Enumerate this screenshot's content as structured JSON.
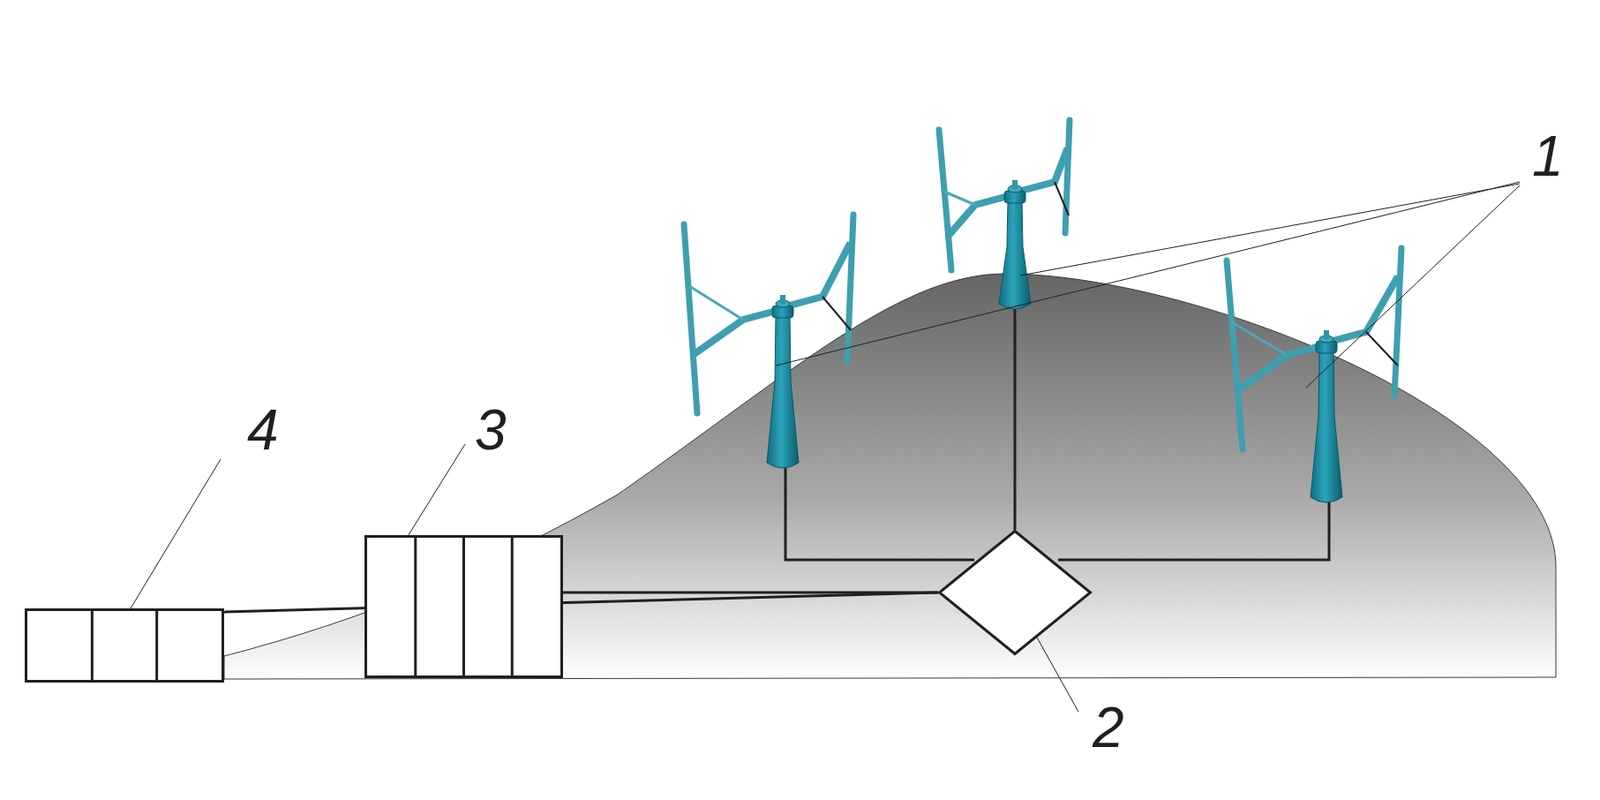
{
  "diagram": {
    "nodes": [
      {
        "text": [
          "2"
        ]
      },
      {
        "text": [
          "3"
        ]
      },
      {
        "text": [
          "4"
        ]
      }
    ],
    "edges": [
      {
        "from": 0,
        "to": 1,
        "arrow": "none"
      },
      {
        "from": 0,
        "to": 2,
        "arrow": "none"
      }
    ],
    "labels": [
      "1"
    ]
  }
}
